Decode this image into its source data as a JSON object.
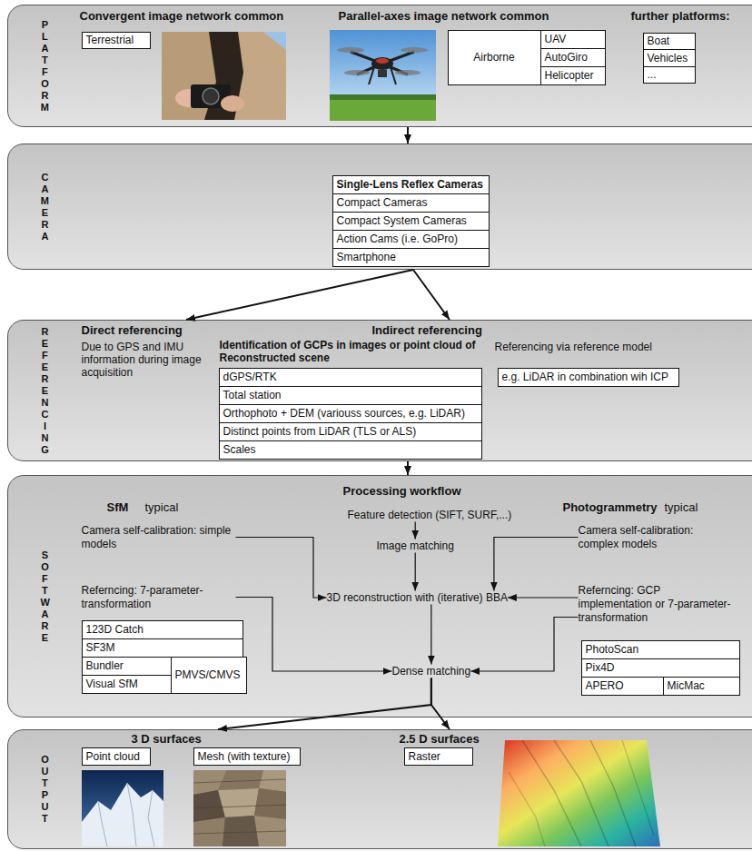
{
  "diagram": {
    "nodes": [
      {
        "text": [
          "PLATFORM",
          "Convergent image network common",
          "Parallel-axes image network common",
          "further platforms:"
        ]
      },
      {
        "text": [
          "Terrestrial"
        ],
        "in": 0
      },
      {
        "text": [
          "Airborne"
        ],
        "in": 0
      },
      {
        "text": [
          "UAV"
        ],
        "in": 0
      },
      {
        "text": [
          "AutoGiro"
        ],
        "in": 0
      },
      {
        "text": [
          "Helicopter"
        ],
        "in": 0
      },
      {
        "text": [
          "Boat"
        ],
        "in": 0
      },
      {
        "text": [
          "Vehicles"
        ],
        "in": 0
      },
      {
        "text": [
          "..."
        ],
        "in": 0
      },
      {
        "text": [
          "CAMERA"
        ]
      },
      {
        "text": [
          "Single-Lens Reflex Cameras"
        ],
        "in": 9
      },
      {
        "text": [
          "Compact Cameras"
        ],
        "in": 9
      },
      {
        "text": [
          "Compact System Cameras"
        ],
        "in": 9
      },
      {
        "text": [
          "Action Cams (i.e. GoPro)"
        ],
        "in": 9
      },
      {
        "text": [
          "Smartphone"
        ],
        "in": 9
      },
      {
        "text": [
          "REFERENCING",
          "Direct referencing",
          "Due to GPS and IMU information during image acquisition",
          "Indirect referencing",
          "Identification of GCPs in images or point cloud of Reconstructed scene",
          "Referencing via reference model"
        ]
      },
      {
        "text": [
          "dGPS/RTK"
        ],
        "in": 15
      },
      {
        "text": [
          "Total station"
        ],
        "in": 15
      },
      {
        "text": [
          "Orthophoto + DEM (variouss sources, e.g. LiDAR)"
        ],
        "in": 15
      },
      {
        "text": [
          "Distinct points from LiDAR (TLS or ALS)"
        ],
        "in": 15
      },
      {
        "text": [
          "Scales"
        ],
        "in": 15
      },
      {
        "text": [
          "e.g. LiDAR in combination wih ICP"
        ],
        "in": 15
      },
      {
        "text": [
          "SOFTWARE",
          "SfM",
          "typical",
          "Processing workflow",
          "Photogrammetry",
          "typical"
        ]
      },
      {
        "text": [
          "Camera self-calibration: simple models"
        ],
        "in": 22
      },
      {
        "text": [
          "Referncing: 7-parameter-transformation"
        ],
        "in": 22
      },
      {
        "text": [
          "Feature detection (SIFT, SURF,...)"
        ],
        "in": 22
      },
      {
        "text": [
          "Image matching"
        ],
        "in": 22
      },
      {
        "text": [
          "3D reconstruction with (iterative) BBA"
        ],
        "in": 22
      },
      {
        "text": [
          "Dense matching"
        ],
        "in": 22
      },
      {
        "text": [
          "Camera self-calibration: complex models"
        ],
        "in": 22
      },
      {
        "text": [
          "Referncing: GCP implementation or 7-parameter-transformation"
        ],
        "in": 22
      },
      {
        "text": [
          "123D Catch"
        ],
        "in": 22
      },
      {
        "text": [
          "SF3M"
        ],
        "in": 22
      },
      {
        "text": [
          "Bundler"
        ],
        "in": 22
      },
      {
        "text": [
          "Visual SfM"
        ],
        "in": 22
      },
      {
        "text": [
          "PMVS/CMVS"
        ],
        "in": 22
      },
      {
        "text": [
          "PhotoScan"
        ],
        "in": 22
      },
      {
        "text": [
          "Pix4D"
        ],
        "in": 22
      },
      {
        "text": [
          "APERO"
        ],
        "in": 22
      },
      {
        "text": [
          "MicMac"
        ],
        "in": 22
      },
      {
        "text": [
          "OUTPUT",
          "3 D surfaces",
          "2.5 D surfaces"
        ]
      },
      {
        "text": [
          "Point cloud"
        ],
        "in": 40
      },
      {
        "text": [
          "Mesh (with texture)"
        ],
        "in": 40
      },
      {
        "text": [
          "Raster"
        ],
        "in": 40
      }
    ],
    "edges": [
      {
        "from": 0,
        "to": 9,
        "arrow": "to"
      },
      {
        "from": 9,
        "to": 15,
        "arrow": "to"
      },
      {
        "from": 9,
        "to": 15,
        "arrow": "to"
      },
      {
        "from": 15,
        "to": 22,
        "arrow": "to"
      },
      {
        "from": 23,
        "to": 27,
        "arrow": "to"
      },
      {
        "from": 24,
        "to": 28,
        "arrow": "to"
      },
      {
        "from": 25,
        "to": 26,
        "arrow": "to"
      },
      {
        "from": 26,
        "to": 27,
        "arrow": "to"
      },
      {
        "from": 27,
        "to": 28,
        "arrow": "to"
      },
      {
        "from": 29,
        "to": 27,
        "arrow": "to"
      },
      {
        "from": 30,
        "to": 27,
        "arrow": "to"
      },
      {
        "from": 30,
        "to": 28,
        "arrow": "to"
      },
      {
        "from": 28,
        "to": 40,
        "arrow": "to"
      },
      {
        "from": 28,
        "to": 40,
        "arrow": "to"
      }
    ]
  }
}
